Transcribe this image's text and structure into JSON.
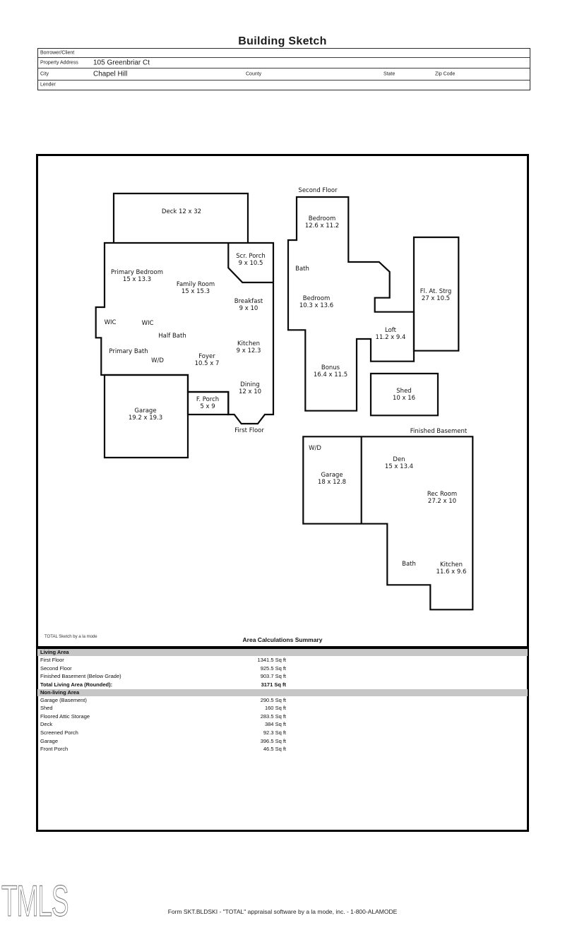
{
  "title": "Building Sketch",
  "form": {
    "borrower_label": "Borrower/Client",
    "property_address_label": "Property Address",
    "property_address_value": "105 Greenbriar Ct",
    "city_label": "City",
    "city_value": "Chapel Hill",
    "county_label": "County",
    "state_label": "State",
    "zip_label": "Zip Code",
    "lender_label": "Lender"
  },
  "sketch": {
    "first_floor": {
      "floor_label": "First Floor",
      "deck": "Deck 12 x 32",
      "scr_porch": {
        "name": "Scr. Porch",
        "dims": "9 x 10.5"
      },
      "primary_bedroom": {
        "name": "Primary Bedroom",
        "dims": "15 x 13.3"
      },
      "family_room": {
        "name": "Family Room",
        "dims": "15 x 15.3"
      },
      "breakfast": {
        "name": "Breakfast",
        "dims": "9 x 10"
      },
      "wic_left": "WIC",
      "wic_right": "WIC",
      "half_bath": "Half Bath",
      "primary_bath": "Primary Bath",
      "wd": "W/D",
      "foyer": {
        "name": "Foyer",
        "dims": "10.5 x 7"
      },
      "kitchen": {
        "name": "Kitchen",
        "dims": "9 x 12.3"
      },
      "dining": {
        "name": "Dining",
        "dims": "12 x 10"
      },
      "garage": {
        "name": "Garage",
        "dims": "19.2 x 19.3"
      },
      "f_porch": {
        "name": "F. Porch",
        "dims": "5 x 9"
      }
    },
    "second_floor": {
      "floor_label": "Second Floor",
      "bedroom1": {
        "name": "Bedroom",
        "dims": "12.6 x 11.2"
      },
      "bath": "Bath",
      "bedroom2": {
        "name": "Bedroom",
        "dims": "10.3 x 13.6"
      },
      "loft": {
        "name": "Loft",
        "dims": "11.2 x 9.4"
      },
      "bonus": {
        "name": "Bonus",
        "dims": "16.4 x 11.5"
      },
      "attic": {
        "name": "Fl. At. Strg",
        "dims": "27 x 10.5"
      },
      "shed": {
        "name": "Shed",
        "dims": "10 x 16"
      }
    },
    "basement": {
      "floor_label": "Finished Basement",
      "wd": "W/D",
      "garage": {
        "name": "Garage",
        "dims": "18 x 12.8"
      },
      "den": {
        "name": "Den",
        "dims": "15 x 13.4"
      },
      "rec_room": {
        "name": "Rec Room",
        "dims": "27.2 x 10"
      },
      "bath": "Bath",
      "kitchen": {
        "name": "Kitchen",
        "dims": "11.6 x 9.6"
      }
    }
  },
  "summary": {
    "credit": "TOTAL Sketch by a la mode",
    "title": "Area Calculations Summary",
    "living": {
      "header": "Living Area",
      "rows": [
        {
          "label": "First Floor",
          "value": "1341.5 Sq ft"
        },
        {
          "label": "Second Floor",
          "value": "925.5 Sq ft"
        },
        {
          "label": "Finished Basement (Below Grade)",
          "value": "903.7 Sq ft"
        }
      ],
      "total": {
        "label": "Total Living Area (Rounded):",
        "value": "3171 Sq ft"
      }
    },
    "nonliving": {
      "header": "Non-living Area",
      "rows": [
        {
          "label": "Garage (Basement)",
          "value": "290.5 Sq ft"
        },
        {
          "label": "Shed",
          "value": "160 Sq ft"
        },
        {
          "label": "Floored Attic Storage",
          "value": "283.5 Sq ft"
        },
        {
          "label": "Deck",
          "value": "384 Sq ft"
        },
        {
          "label": "Screened Porch",
          "value": "92.3 Sq ft"
        },
        {
          "label": "Garage",
          "value": "396.5 Sq ft"
        },
        {
          "label": "Front Porch",
          "value": "46.5 Sq ft"
        }
      ]
    }
  },
  "footer": {
    "logo": "TMLS",
    "form_line": "Form SKT.BLDSKI - \"TOTAL\" appraisal software by a la mode, inc. - 1-800-ALAMODE"
  }
}
